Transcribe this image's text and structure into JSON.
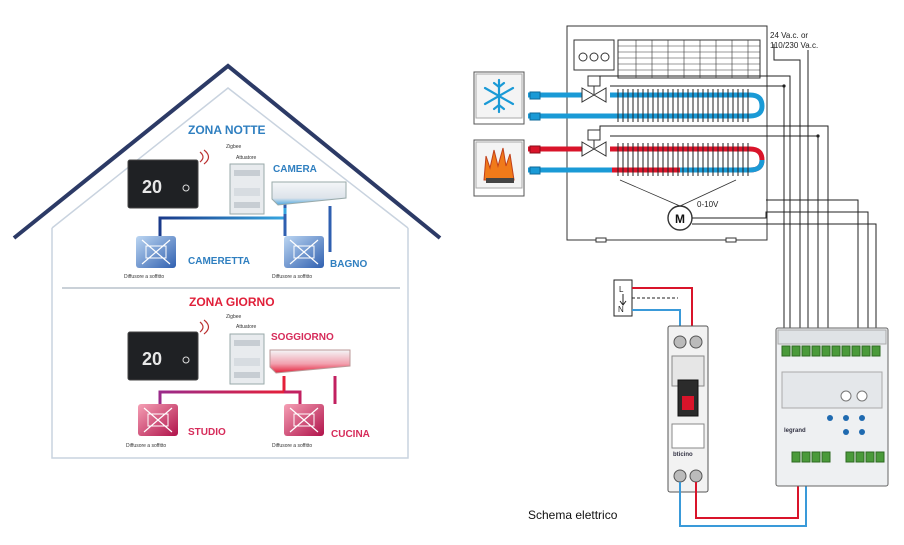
{
  "house": {
    "zone_night": "ZONA NOTTE",
    "zone_day": "ZONA GIORNO",
    "thermostat_reading": "20",
    "zigbee_label": "Zigbee",
    "actuator_label": "Attuatore",
    "rooms": {
      "camera": "CAMERA",
      "cameretta": "CAMERETTA",
      "bagno": "BAGNO",
      "soggiorno": "SOGGIORNO",
      "studio": "STUDIO",
      "cucina": "CUCINA"
    },
    "diffuser_caption": "Diffusore a soffitto"
  },
  "schematic": {
    "supply_voltage_line1": "24 Va.c. or",
    "supply_voltage_line2": "110/230 Va.c.",
    "motor_label": "M",
    "signal_label": "0-10V",
    "phase_label": "L",
    "neutral_label": "N",
    "breaker_brand": "bticino",
    "controller_brand": "legrand",
    "caption": "Schema elettrico"
  },
  "colors": {
    "roof": "#2c3a66",
    "night": "#2f7fc0",
    "day": "#e0203a",
    "cold_pipe": "#1a9ad6",
    "hot_pipe": "#d9142a",
    "wire_red": "#d9142a",
    "wire_blue": "#3a9ad9"
  }
}
